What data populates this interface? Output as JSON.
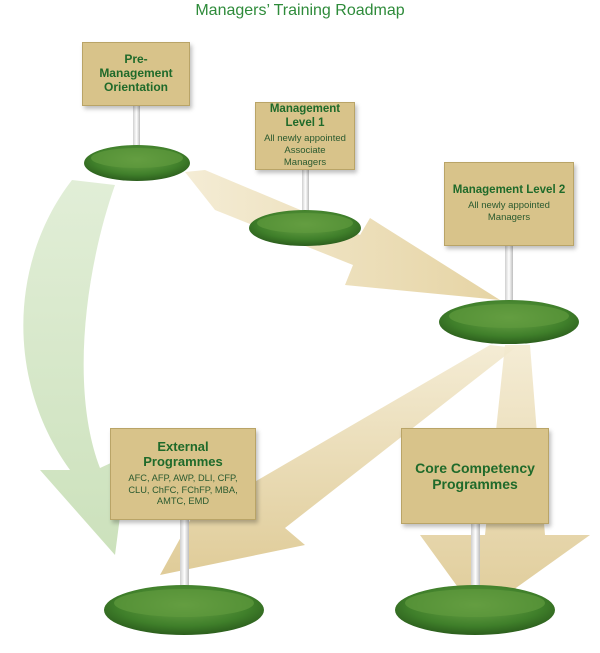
{
  "title": "Managers’ Training Roadmap",
  "nodes": {
    "pre_management": {
      "title": "Pre-Management Orientation"
    },
    "level1": {
      "title": "Management Level 1",
      "subtitle": "All newly appointed Associate Managers"
    },
    "level2": {
      "title": "Management Level 2",
      "subtitle": "All newly appointed Managers"
    },
    "external": {
      "title": "External Programmes",
      "subtitle": "AFC, AFP, AWP, DLI, CFP, CLU, ChFC, FChFP, MBA, AMTC, EMD"
    },
    "core": {
      "title": "Core Competency Programmes"
    }
  },
  "colors": {
    "title_green": "#2e8b3a",
    "sign_fill": "#d8c38a",
    "arrow_tan": "#eadbb0",
    "arrow_green": "#cfe3bf",
    "grass": "#3f7f2a"
  }
}
